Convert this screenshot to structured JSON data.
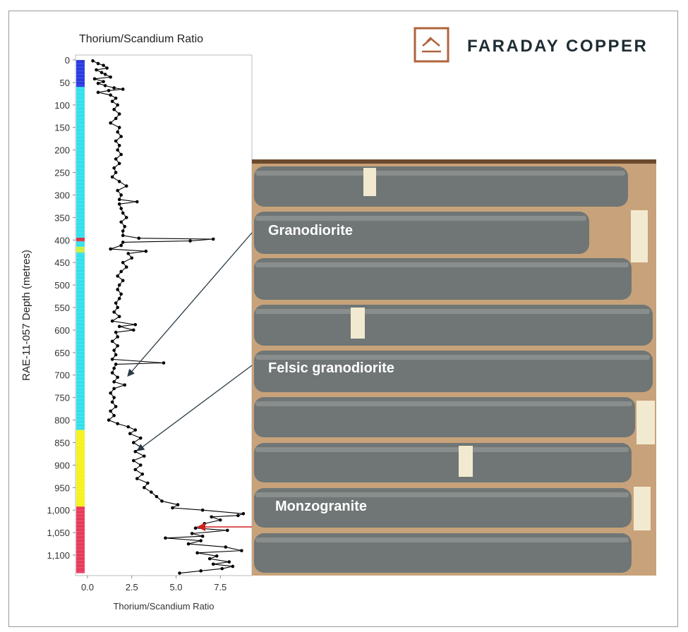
{
  "logo": {
    "text": "FARADAY COPPER",
    "color": "#b0643c"
  },
  "photo_labels": [
    "Granodiorite",
    "Felsic granodiorite",
    "Monzogranite"
  ],
  "chart_data": {
    "type": "line",
    "title": "Thorium/Scandium Ratio",
    "xlabel": "Thorium/Scandium Ratio",
    "ylabel": "RAE-11-057 Depth (metres)",
    "xlim": [
      -0.7,
      9.2
    ],
    "ylim": [
      0,
      1145
    ],
    "y_inverted": true,
    "xticks": [
      "0.0",
      "2.5",
      "5.0",
      "7.5"
    ],
    "xtick_values": [
      0,
      2.5,
      5,
      7.5
    ],
    "yticks": [
      "0",
      "50",
      "100",
      "150",
      "200",
      "250",
      "300",
      "350",
      "400",
      "450",
      "500",
      "550",
      "600",
      "650",
      "700",
      "750",
      "800",
      "850",
      "900",
      "950",
      "1,000",
      "1,050",
      "1,100"
    ],
    "ytick_values": [
      0,
      50,
      100,
      150,
      200,
      250,
      300,
      350,
      400,
      450,
      500,
      550,
      600,
      650,
      700,
      750,
      800,
      850,
      900,
      950,
      1000,
      1050,
      1100
    ],
    "grid": false,
    "series": [
      {
        "color": "#000000",
        "points": [
          [
            2,
            0.3
          ],
          [
            8,
            0.6
          ],
          [
            12,
            0.9
          ],
          [
            18,
            1.1
          ],
          [
            22,
            0.5
          ],
          [
            28,
            0.8
          ],
          [
            32,
            1.0
          ],
          [
            38,
            1.3
          ],
          [
            42,
            0.4
          ],
          [
            48,
            0.9
          ],
          [
            52,
            0.6
          ],
          [
            57,
            1.0
          ],
          [
            62,
            1.5
          ],
          [
            65,
            2.0
          ],
          [
            68,
            1.2
          ],
          [
            72,
            0.6
          ],
          [
            78,
            1.3
          ],
          [
            85,
            1.6
          ],
          [
            92,
            1.4
          ],
          [
            100,
            1.7
          ],
          [
            110,
            1.5
          ],
          [
            120,
            1.8
          ],
          [
            130,
            1.6
          ],
          [
            140,
            1.3
          ],
          [
            150,
            1.8
          ],
          [
            160,
            1.7
          ],
          [
            170,
            1.9
          ],
          [
            180,
            1.6
          ],
          [
            190,
            1.8
          ],
          [
            200,
            1.7
          ],
          [
            210,
            1.9
          ],
          [
            220,
            1.6
          ],
          [
            230,
            1.8
          ],
          [
            240,
            1.5
          ],
          [
            250,
            1.6
          ],
          [
            260,
            1.4
          ],
          [
            270,
            1.8
          ],
          [
            280,
            2.2
          ],
          [
            290,
            1.7
          ],
          [
            300,
            1.9
          ],
          [
            310,
            1.8
          ],
          [
            315,
            2.8
          ],
          [
            320,
            1.8
          ],
          [
            330,
            1.9
          ],
          [
            340,
            2.0
          ],
          [
            350,
            2.2
          ],
          [
            360,
            1.9
          ],
          [
            370,
            2.1
          ],
          [
            380,
            2.0
          ],
          [
            390,
            2.0
          ],
          [
            396,
            2.9
          ],
          [
            398,
            7.1
          ],
          [
            402,
            5.8
          ],
          [
            405,
            2.0
          ],
          [
            412,
            1.9
          ],
          [
            420,
            1.3
          ],
          [
            425,
            3.3
          ],
          [
            430,
            2.3
          ],
          [
            440,
            2.5
          ],
          [
            450,
            2.0
          ],
          [
            460,
            2.2
          ],
          [
            470,
            1.9
          ],
          [
            480,
            1.7
          ],
          [
            490,
            2.0
          ],
          [
            500,
            1.8
          ],
          [
            510,
            1.7
          ],
          [
            520,
            1.9
          ],
          [
            530,
            1.8
          ],
          [
            540,
            1.6
          ],
          [
            550,
            1.7
          ],
          [
            560,
            1.5
          ],
          [
            570,
            1.8
          ],
          [
            580,
            1.4
          ],
          [
            588,
            2.7
          ],
          [
            592,
            1.8
          ],
          [
            600,
            2.6
          ],
          [
            605,
            1.6
          ],
          [
            615,
            1.7
          ],
          [
            625,
            1.4
          ],
          [
            635,
            1.7
          ],
          [
            645,
            1.5
          ],
          [
            655,
            1.6
          ],
          [
            665,
            1.4
          ],
          [
            673,
            4.3
          ],
          [
            676,
            1.6
          ],
          [
            685,
            1.5
          ],
          [
            695,
            1.4
          ],
          [
            705,
            1.7
          ],
          [
            715,
            1.5
          ],
          [
            722,
            2.1
          ],
          [
            730,
            1.5
          ],
          [
            740,
            1.3
          ],
          [
            750,
            1.5
          ],
          [
            760,
            1.4
          ],
          [
            770,
            1.6
          ],
          [
            780,
            1.3
          ],
          [
            790,
            1.5
          ],
          [
            800,
            1.2
          ],
          [
            808,
            1.7
          ],
          [
            815,
            2.3
          ],
          [
            822,
            2.7
          ],
          [
            830,
            2.4
          ],
          [
            840,
            3.0
          ],
          [
            850,
            2.6
          ],
          [
            860,
            3.0
          ],
          [
            870,
            2.7
          ],
          [
            880,
            3.2
          ],
          [
            890,
            2.6
          ],
          [
            900,
            3.0
          ],
          [
            910,
            2.7
          ],
          [
            920,
            3.1
          ],
          [
            930,
            2.8
          ],
          [
            940,
            3.4
          ],
          [
            950,
            3.2
          ],
          [
            960,
            3.6
          ],
          [
            970,
            3.9
          ],
          [
            980,
            4.2
          ],
          [
            988,
            5.1
          ],
          [
            995,
            4.8
          ],
          [
            1000,
            6.5
          ],
          [
            1008,
            8.8
          ],
          [
            1012,
            8.5
          ],
          [
            1015,
            7.0
          ],
          [
            1022,
            7.5
          ],
          [
            1030,
            6.6
          ],
          [
            1040,
            6.1
          ],
          [
            1045,
            7.9
          ],
          [
            1052,
            5.9
          ],
          [
            1058,
            6.5
          ],
          [
            1062,
            4.4
          ],
          [
            1068,
            6.4
          ],
          [
            1075,
            5.7
          ],
          [
            1082,
            7.8
          ],
          [
            1090,
            8.7
          ],
          [
            1095,
            6.2
          ],
          [
            1102,
            7.3
          ],
          [
            1108,
            6.9
          ],
          [
            1115,
            8.0
          ],
          [
            1120,
            7.1
          ],
          [
            1125,
            8.2
          ],
          [
            1130,
            7.6
          ],
          [
            1135,
            6.4
          ],
          [
            1140,
            5.2
          ]
        ]
      }
    ],
    "lithology_strip": [
      {
        "from": 0,
        "to": 60,
        "color": "#2b3be0"
      },
      {
        "from": 60,
        "to": 395,
        "color": "#33e0ec"
      },
      {
        "from": 395,
        "to": 403,
        "color": "#d8304a"
      },
      {
        "from": 403,
        "to": 415,
        "color": "#33e0ec"
      },
      {
        "from": 415,
        "to": 428,
        "color": "#c8f040"
      },
      {
        "from": 428,
        "to": 822,
        "color": "#33e0ec"
      },
      {
        "from": 822,
        "to": 992,
        "color": "#f6f21e"
      },
      {
        "from": 992,
        "to": 1140,
        "color": "#e83a5c"
      }
    ]
  }
}
